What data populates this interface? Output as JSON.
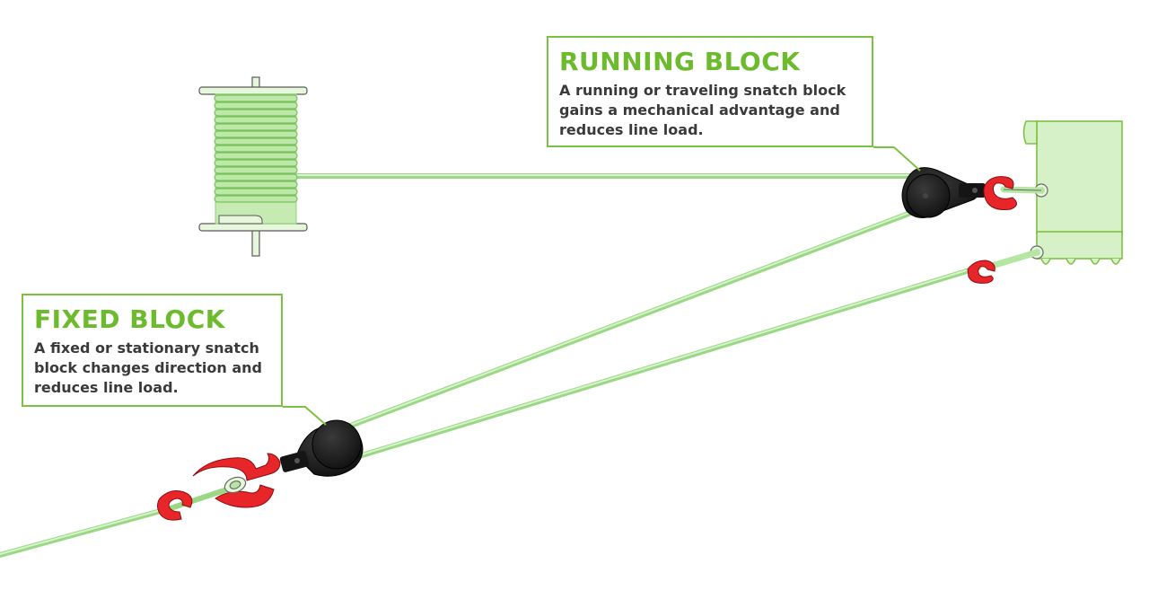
{
  "running_block": {
    "title": "RUNNING BLOCK",
    "description": "A running or traveling snatch block gains a mechanical advantage and reduces line load."
  },
  "fixed_block": {
    "title": "FIXED BLOCK",
    "description": "A fixed or stationary snatch block changes direction and reduces line load."
  },
  "colors": {
    "accent_green": "#6cbb2c",
    "rope_green": "#b5e6a2",
    "hook_red": "#e8262a",
    "block_black": "#1c1c1c"
  }
}
